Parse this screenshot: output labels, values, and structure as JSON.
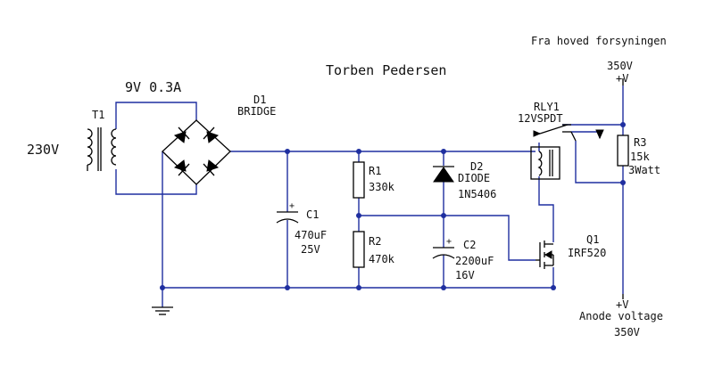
{
  "title": "Torben Pedersen",
  "colors": {
    "wire": "#1f2fa0",
    "component": "#000000",
    "background": "#ffffff"
  },
  "labels": {
    "mains": "230V",
    "transformer_ref": "T1",
    "transformer_rating": "9V 0.3A",
    "bridge_ref": "D1",
    "bridge_type": "BRIDGE",
    "c1_ref": "C1",
    "c1_value": "470uF",
    "c1_voltage": "25V",
    "r1_ref": "R1",
    "r1_value": "330k",
    "r2_ref": "R2",
    "r2_value": "470k",
    "d2_ref": "D2",
    "d2_type": "DIODE",
    "d2_part": "1N5406",
    "c2_ref": "C2",
    "c2_value": "2200uF",
    "c2_voltage": "16V",
    "relay_ref": "RLY1",
    "relay_type": "12VSPDT",
    "q1_ref": "Q1",
    "q1_part": "IRF520",
    "r3_ref": "R3",
    "r3_value": "15k",
    "r3_power": "3Watt",
    "supply_source": "Fra hoved forsyningen",
    "supply_voltage_top": "350V",
    "supply_symbol_top": "+V",
    "supply_symbol_bottom": "+V",
    "anode_label": "Anode voltage",
    "anode_voltage": "350V",
    "cap_plus": "+"
  }
}
